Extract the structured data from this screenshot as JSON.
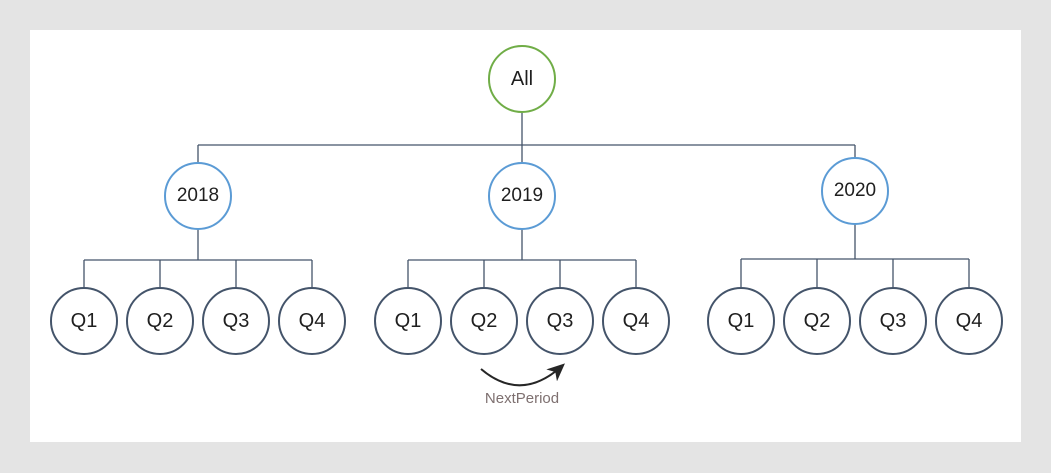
{
  "window": {
    "background_color": "#e4e4e4",
    "panel_background_color": "#ffffff"
  },
  "diagram": {
    "root": {
      "label": "All",
      "border_color": "#70AD47"
    },
    "year_border_color": "#5B9BD5",
    "quarter_border_color": "#44546A",
    "connector_color": "#44546A",
    "years": [
      {
        "label": "2018",
        "quarters": [
          "Q1",
          "Q2",
          "Q3",
          "Q4"
        ]
      },
      {
        "label": "2019",
        "quarters": [
          "Q1",
          "Q2",
          "Q3",
          "Q4"
        ]
      },
      {
        "label": "2020",
        "quarters": [
          "Q1",
          "Q2",
          "Q3",
          "Q4"
        ]
      }
    ],
    "annotation": {
      "label": "NextPeriod",
      "text_color": "#7e7070",
      "arrow_color": "#262626",
      "from": "2019 Q2",
      "to": "2019 Q3"
    }
  }
}
